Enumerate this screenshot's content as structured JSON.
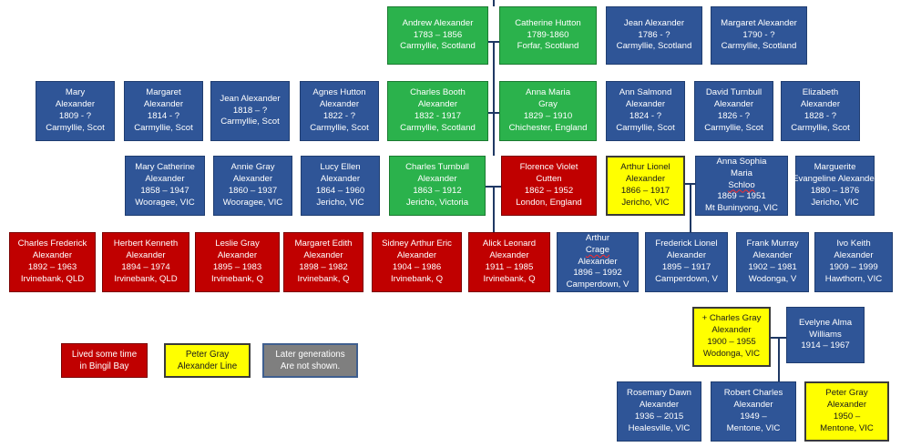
{
  "rows": [
    {
      "id": "gen1",
      "people": [
        {
          "lines": [
            "Andrew Alexander",
            "1783 – 1856",
            "Carmyllie, Scotland"
          ],
          "color": "green"
        },
        {
          "lines": [
            "Catherine Hutton",
            "1789-1860",
            "Forfar, Scotland"
          ],
          "color": "green"
        },
        {
          "lines": [
            "Jean Alexander",
            "1786 - ?",
            "Carmyllie, Scotland"
          ],
          "color": "blue"
        },
        {
          "lines": [
            "Margaret Alexander",
            "1790 - ?",
            "Carmyllie, Scotland"
          ],
          "color": "blue"
        }
      ]
    },
    {
      "id": "gen2",
      "people": [
        {
          "lines": [
            "Mary",
            "Alexander",
            "1809 - ?",
            "Carmyllie, Scot"
          ],
          "color": "blue"
        },
        {
          "lines": [
            "Margaret",
            "Alexander",
            "1814 - ?",
            "Carmyllie, Scot"
          ],
          "color": "blue"
        },
        {
          "lines": [
            "Jean Alexander",
            "1818 – ?",
            "Carmyllie, Scot"
          ],
          "color": "blue"
        },
        {
          "lines": [
            "Agnes Hutton",
            "Alexander",
            "1822 - ?",
            "Carmyllie, Scot"
          ],
          "color": "blue"
        },
        {
          "lines": [
            "Charles Booth",
            "Alexander",
            "1832 - 1917",
            "Carmyllie, Scotland"
          ],
          "color": "green"
        },
        {
          "lines": [
            "Anna Maria",
            "Gray",
            "1829 – 1910",
            "Chichester, England"
          ],
          "color": "green"
        },
        {
          "lines": [
            "Ann Salmond",
            "Alexander",
            "1824 - ?",
            "Carmyllie, Scot"
          ],
          "color": "blue"
        },
        {
          "lines": [
            "David Turnbull",
            "Alexander",
            "1826 - ?",
            "Carmyllie, Scot"
          ],
          "color": "blue"
        },
        {
          "lines": [
            "Elizabeth",
            "Alexander",
            "1828 - ?",
            "Carmyllie, Scot"
          ],
          "color": "blue"
        }
      ]
    },
    {
      "id": "gen3",
      "people": [
        {
          "lines": [
            "Mary Catherine",
            "Alexander",
            "1858 – 1947",
            "Wooragee, VIC"
          ],
          "color": "blue"
        },
        {
          "lines": [
            "Annie Gray",
            "Alexander",
            "1860 – 1937",
            "Wooragee, VIC"
          ],
          "color": "blue"
        },
        {
          "lines": [
            "Lucy Ellen",
            "Alexander",
            "1864 – 1960",
            "Jericho, VIC"
          ],
          "color": "blue"
        },
        {
          "lines": [
            "Charles Turnbull",
            "Alexander",
            "1863 – 1912",
            "Jericho, Victoria"
          ],
          "color": "green"
        },
        {
          "lines": [
            "Florence Violet",
            "Cutten",
            "1862 – 1952",
            "London, England"
          ],
          "color": "red"
        },
        {
          "lines": [
            "Arthur Lionel",
            "Alexander",
            "1866 – 1917",
            "Jericho, VIC"
          ],
          "color": "yellow"
        },
        {
          "lines": [
            "Anna Sophia",
            "Maria Schloo",
            "1869 – 1951",
            "Mt Buninyong, VIC"
          ],
          "color": "blue"
        },
        {
          "lines": [
            "Marguerite",
            "Evangeline Alexander",
            "1880 – 1876",
            "Jericho, VIC"
          ],
          "color": "blue"
        }
      ]
    },
    {
      "id": "gen4",
      "people": [
        {
          "lines": [
            "Charles Frederick",
            "Alexander",
            "1892 – 1963",
            "Irvinebank, QLD"
          ],
          "color": "red"
        },
        {
          "lines": [
            "Herbert Kenneth",
            "Alexander",
            "1894 – 1974",
            "Irvinebank, QLD"
          ],
          "color": "red"
        },
        {
          "lines": [
            "Leslie Gray",
            "Alexander",
            "1895 – 1983",
            "Irvinebank, Q"
          ],
          "color": "red"
        },
        {
          "lines": [
            "Margaret Edith",
            "Alexander",
            "1898 – 1982",
            "Irvinebank, Q"
          ],
          "color": "red"
        },
        {
          "lines": [
            "Sidney Arthur Eric",
            "Alexander",
            "1904 – 1986",
            "Irvinebank, Q"
          ],
          "color": "red"
        },
        {
          "lines": [
            "Alick Leonard",
            "Alexander",
            "1911 – 1985",
            "Irvinebank, Q"
          ],
          "color": "red"
        },
        {
          "lines": [
            "Arthur Crage",
            "Alexander",
            "1896 – 1992",
            "Camperdown, V"
          ],
          "color": "blue"
        },
        {
          "lines": [
            "Frederick Lionel",
            "Alexander",
            "1895 – 1917",
            "Camperdown, V"
          ],
          "color": "blue"
        },
        {
          "lines": [
            "Frank Murray",
            "Alexander",
            "1902 – 1981",
            "Wodonga, V"
          ],
          "color": "blue"
        },
        {
          "lines": [
            "Ivo Keith",
            "Alexander",
            "1909 – 1999",
            "Hawthorn, VIC"
          ],
          "color": "blue"
        }
      ]
    },
    {
      "id": "gen5",
      "people": [
        {
          "lines": [
            "+ Charles Gray",
            "Alexander",
            "1900 – 1955",
            "Wodonga, VIC"
          ],
          "color": "yellow"
        },
        {
          "lines": [
            "Evelyne Alma",
            "Williams",
            "1914 – 1967"
          ],
          "color": "blue"
        }
      ]
    },
    {
      "id": "gen6",
      "people": [
        {
          "lines": [
            "Rosemary Dawn",
            "Alexander",
            "1936 – 2015",
            "Healesville, VIC"
          ],
          "color": "blue"
        },
        {
          "lines": [
            "Robert Charles",
            "Alexander",
            "1949 –",
            "Mentone, VIC"
          ],
          "color": "blue"
        },
        {
          "lines": [
            "Peter Gray",
            "Alexander",
            "1950 –",
            "Mentone, VIC"
          ],
          "color": "yellow"
        }
      ]
    }
  ],
  "legend": [
    {
      "lines": [
        "Lived some time",
        "in Bingil Bay"
      ],
      "color": "red"
    },
    {
      "lines": [
        "Peter Gray",
        "Alexander Line"
      ],
      "color": "yellow"
    },
    {
      "lines": [
        "Later generations",
        "Are not shown."
      ],
      "color": "grey"
    }
  ],
  "colors": {
    "blue": "#2f5597",
    "green": "#2bb24c",
    "red": "#c00000",
    "yellow": "#ffff00",
    "grey": "#7f7f7f",
    "connector": "#1f3864"
  }
}
